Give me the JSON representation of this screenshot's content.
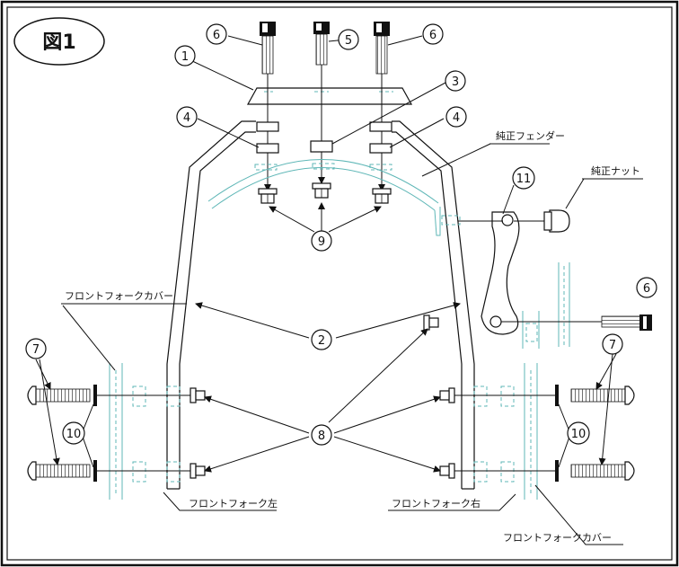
{
  "figure": {
    "title": "図1",
    "callouts": {
      "c1": "1",
      "c2": "2",
      "c3": "3",
      "c4a": "4",
      "c4b": "4",
      "c5": "5",
      "c6a": "6",
      "c6b": "6",
      "c6c": "6",
      "c7a": "7",
      "c7b": "7",
      "c8": "8",
      "c9": "9",
      "c10a": "10",
      "c10b": "10",
      "c11": "11"
    },
    "labels": {
      "genuine_fender": "純正フェンダー",
      "genuine_nut": "純正ナット",
      "fork_cover_left": "フロントフォークカバー",
      "fork_left": "フロントフォーク左",
      "fork_right": "フロントフォーク右",
      "fork_cover_right": "フロントフォークカバー"
    }
  }
}
